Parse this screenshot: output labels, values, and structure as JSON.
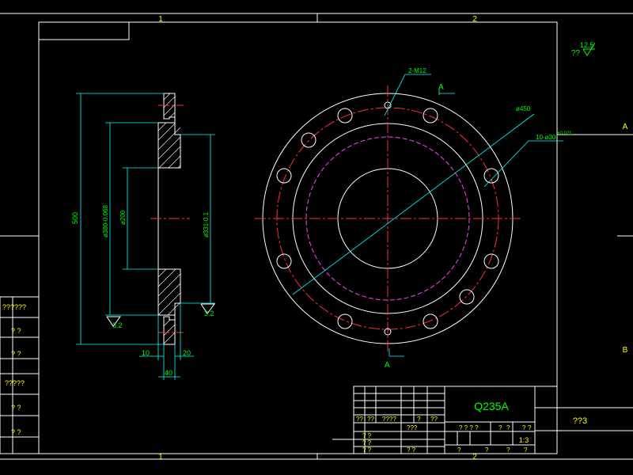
{
  "border": {
    "col_marks_top": [
      "1",
      "2"
    ],
    "col_marks_bottom": [
      "1",
      "2"
    ],
    "row_marks_right": [
      "A",
      "B"
    ]
  },
  "roughness": {
    "symbol": "??",
    "value": "12.5"
  },
  "section_view": {
    "dim_overall_height": "500",
    "dim_spigot": "ø380-0.068",
    "dim_bore": "ø200",
    "dim_step": "ø331-0.1",
    "dim_left": "10",
    "dim_right": "20",
    "dim_width": "40",
    "roughness_left": "3.2",
    "roughness_right": "3.2"
  },
  "front_view": {
    "label_holes_small": "2-M12",
    "label_pcd": "ø450",
    "label_holes": "10-ø30",
    "label_holes_tol": "+0.021",
    "section_mark_top": "A",
    "section_mark_bottom": "A"
  },
  "left_stamps": [
    "??????",
    "?    ?",
    "?    ?",
    "?????",
    "?    ?",
    "?    ?"
  ],
  "title_block": {
    "material": "Q235A",
    "name": "??3",
    "scale": "1:3",
    "sign_row": [
      "??",
      "??",
      "????",
      "?",
      "??"
    ],
    "approver": "???",
    "info_row": [
      "? ? ? ?",
      "?",
      "?",
      "?",
      "?"
    ],
    "bottom_row": [
      "?",
      "?",
      "?",
      "?"
    ],
    "left_rows": [
      "? ?",
      "? ?",
      "? ?"
    ],
    "review_label": "? ?"
  }
}
